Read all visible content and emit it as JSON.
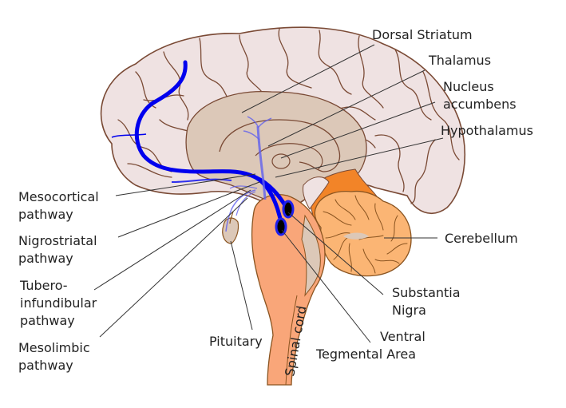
{
  "title": "Dopaminergic pathways of the human brain (sagittal view)",
  "colors": {
    "cortex": "#efe2e2",
    "cortex_outline": "#7a4a35",
    "inner_region": "#dcc8b8",
    "brainstem": "#f9a679",
    "cerebellum": "#fbb574",
    "cerebellum_dark": "#f28428",
    "pathway": "#0000ee",
    "pathway_faint": "#6060ee",
    "text": "#222222"
  },
  "labels": {
    "left": [
      {
        "id": "mesocortical",
        "lines": [
          "Mesocortical",
          "pathway"
        ]
      },
      {
        "id": "nigrostriatal",
        "lines": [
          "Nigrostriatal",
          "pathway"
        ]
      },
      {
        "id": "tuberoinfundibular",
        "lines": [
          "Tubero-",
          "infundibular",
          "pathway"
        ]
      },
      {
        "id": "mesolimbic",
        "lines": [
          "Mesolimbic",
          "pathway"
        ]
      }
    ],
    "right": [
      {
        "id": "dorsal-striatum",
        "lines": [
          "Dorsal Striatum"
        ]
      },
      {
        "id": "thalamus",
        "lines": [
          "Thalamus"
        ]
      },
      {
        "id": "nucleus-accumbens",
        "lines": [
          "Nucleus",
          "accumbens"
        ]
      },
      {
        "id": "hypothalamus",
        "lines": [
          "Hypothalamus"
        ]
      },
      {
        "id": "cerebellum",
        "lines": [
          "Cerebellum"
        ]
      },
      {
        "id": "substantia-nigra",
        "lines": [
          "Substantia",
          "Nigra"
        ]
      },
      {
        "id": "ventral-tegmental-area",
        "lines": [
          "Ventral",
          "Tegmental Area"
        ]
      }
    ],
    "bottom": [
      {
        "id": "pituitary",
        "lines": [
          "Pituitary"
        ]
      }
    ],
    "spinal_cord": "Spinal cord"
  }
}
